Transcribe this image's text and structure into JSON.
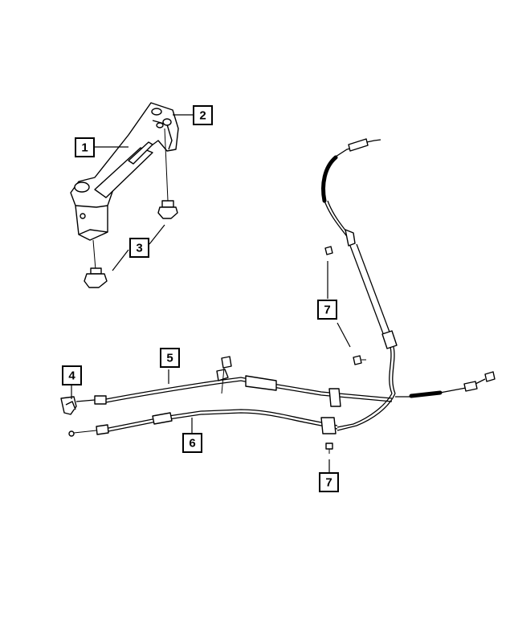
{
  "callouts": [
    {
      "id": "c1",
      "label": "1"
    },
    {
      "id": "c2",
      "label": "2"
    },
    {
      "id": "c3",
      "label": "3"
    },
    {
      "id": "c4",
      "label": "4"
    },
    {
      "id": "c5",
      "label": "5"
    },
    {
      "id": "c6",
      "label": "6"
    },
    {
      "id": "c7a",
      "label": "7"
    },
    {
      "id": "c7b",
      "label": "7"
    }
  ]
}
